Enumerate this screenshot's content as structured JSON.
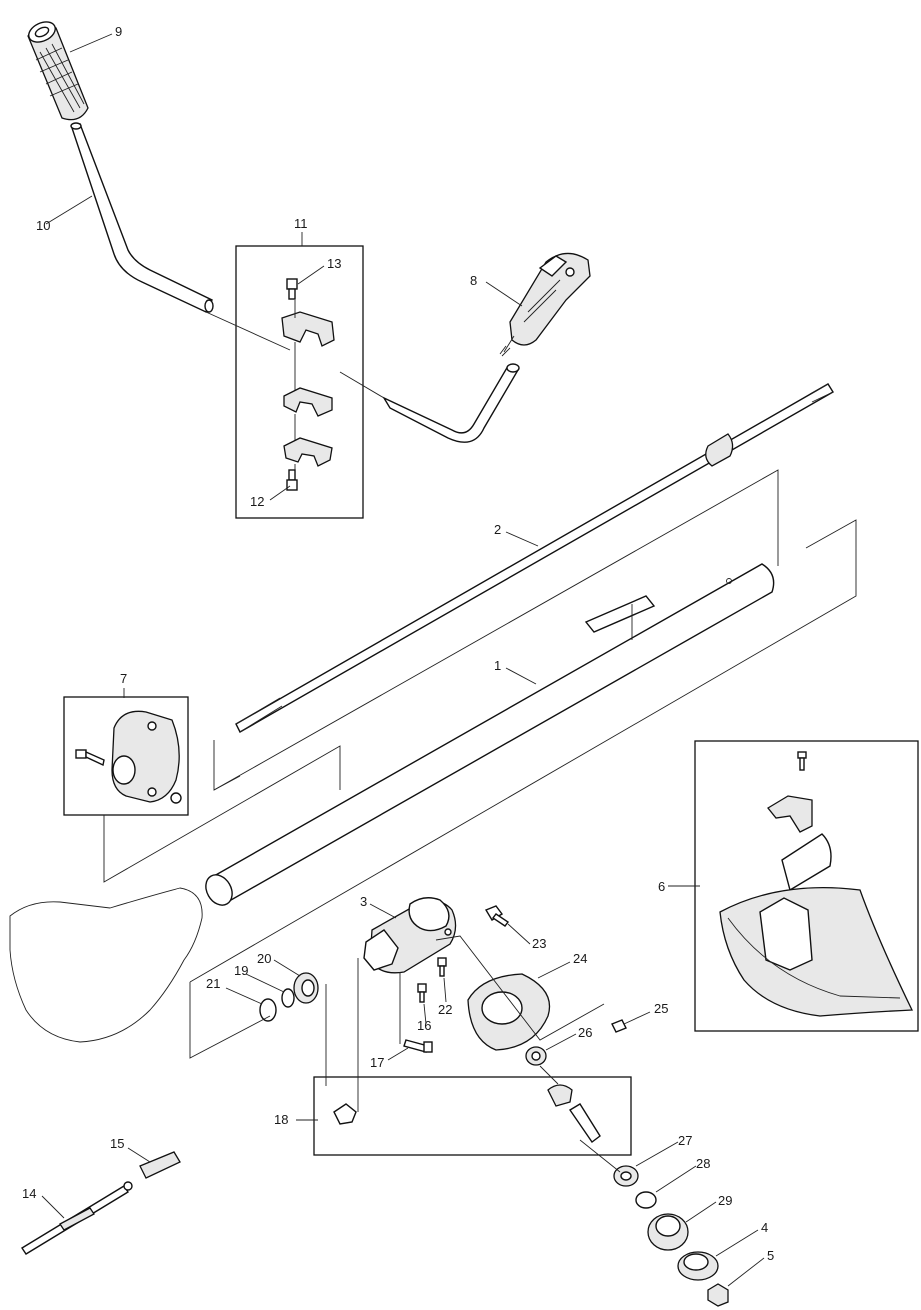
{
  "labels": {
    "p1": "1",
    "p2": "2",
    "p3": "3",
    "p4": "4",
    "p5": "5",
    "p6": "6",
    "p7": "7",
    "p8": "8",
    "p9": "9",
    "p10": "10",
    "p11": "11",
    "p12": "12",
    "p13": "13",
    "p14": "14",
    "p15": "15",
    "p16": "16",
    "p17": "17",
    "p18": "18",
    "p19": "19",
    "p20": "20",
    "p21": "21",
    "p22": "22",
    "p23": "23",
    "p24": "24",
    "p25": "25",
    "p26": "26",
    "p27": "27",
    "p28": "28",
    "p29": "29"
  }
}
